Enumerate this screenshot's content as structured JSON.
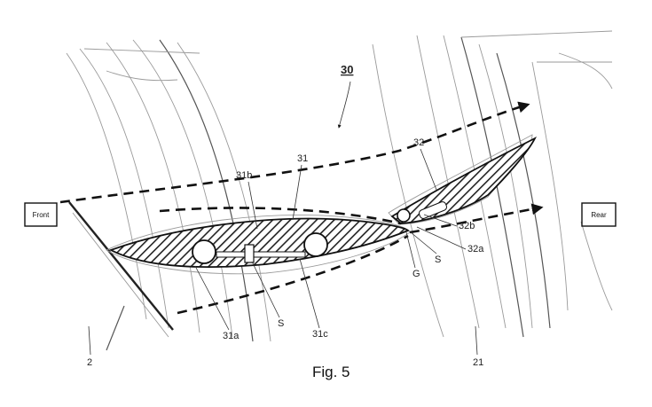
{
  "figure": {
    "caption": "Fig. 5",
    "assembly_ref": "30",
    "labels": {
      "front": "Front",
      "rear": "Rear",
      "l31": "31",
      "l31b": "31b",
      "l32": "32",
      "l32b": "32b",
      "l32a": "32a",
      "s_right": "S",
      "g": "G",
      "l31a": "31a",
      "s_mid": "S",
      "l31c": "31c",
      "l2": "2",
      "l21": "21"
    }
  }
}
